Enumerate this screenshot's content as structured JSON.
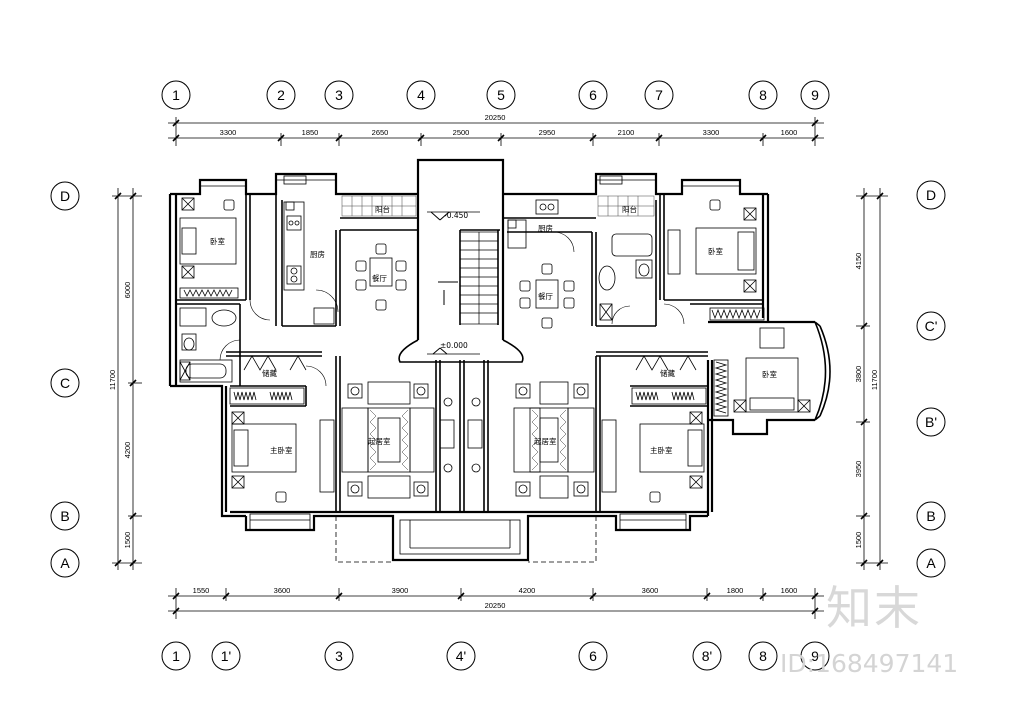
{
  "grid": {
    "top": [
      "1",
      "2",
      "3",
      "4",
      "5",
      "6",
      "7",
      "8",
      "9"
    ],
    "bottom": [
      "1",
      "1'",
      "3",
      "4'",
      "6",
      "8'",
      "8",
      "9"
    ],
    "left": [
      "D",
      "C",
      "B",
      "A"
    ],
    "right": [
      "D",
      "C'",
      "B'",
      "B",
      "A"
    ]
  },
  "dims": {
    "top_total": "20250",
    "top": [
      "3300",
      "1850",
      "2650",
      "2500",
      "2950",
      "2100",
      "3300",
      "1600"
    ],
    "bottom_total": "20250",
    "bottom": [
      "1550",
      "3600",
      "3900",
      "4200",
      "3600",
      "1800",
      "1600"
    ],
    "left_total": "11700",
    "left": [
      "6000",
      "4200",
      "1500"
    ],
    "right_total": "11700",
    "right": [
      "4150",
      "3800",
      "3950",
      "1500"
    ]
  },
  "rooms": {
    "bedroom": "卧室",
    "kitchen": "厨房",
    "dining": "餐厅",
    "balcony": "阳台",
    "storage": "储藏",
    "master": "主卧室",
    "living": "起居室"
  },
  "levels": {
    "upper": "-0.450",
    "lower": "±0.000"
  },
  "watermark": {
    "brand": "知末",
    "id": "ID:168497141"
  },
  "colors": {
    "line": "#000000",
    "watermark": "#d6d6d6"
  }
}
